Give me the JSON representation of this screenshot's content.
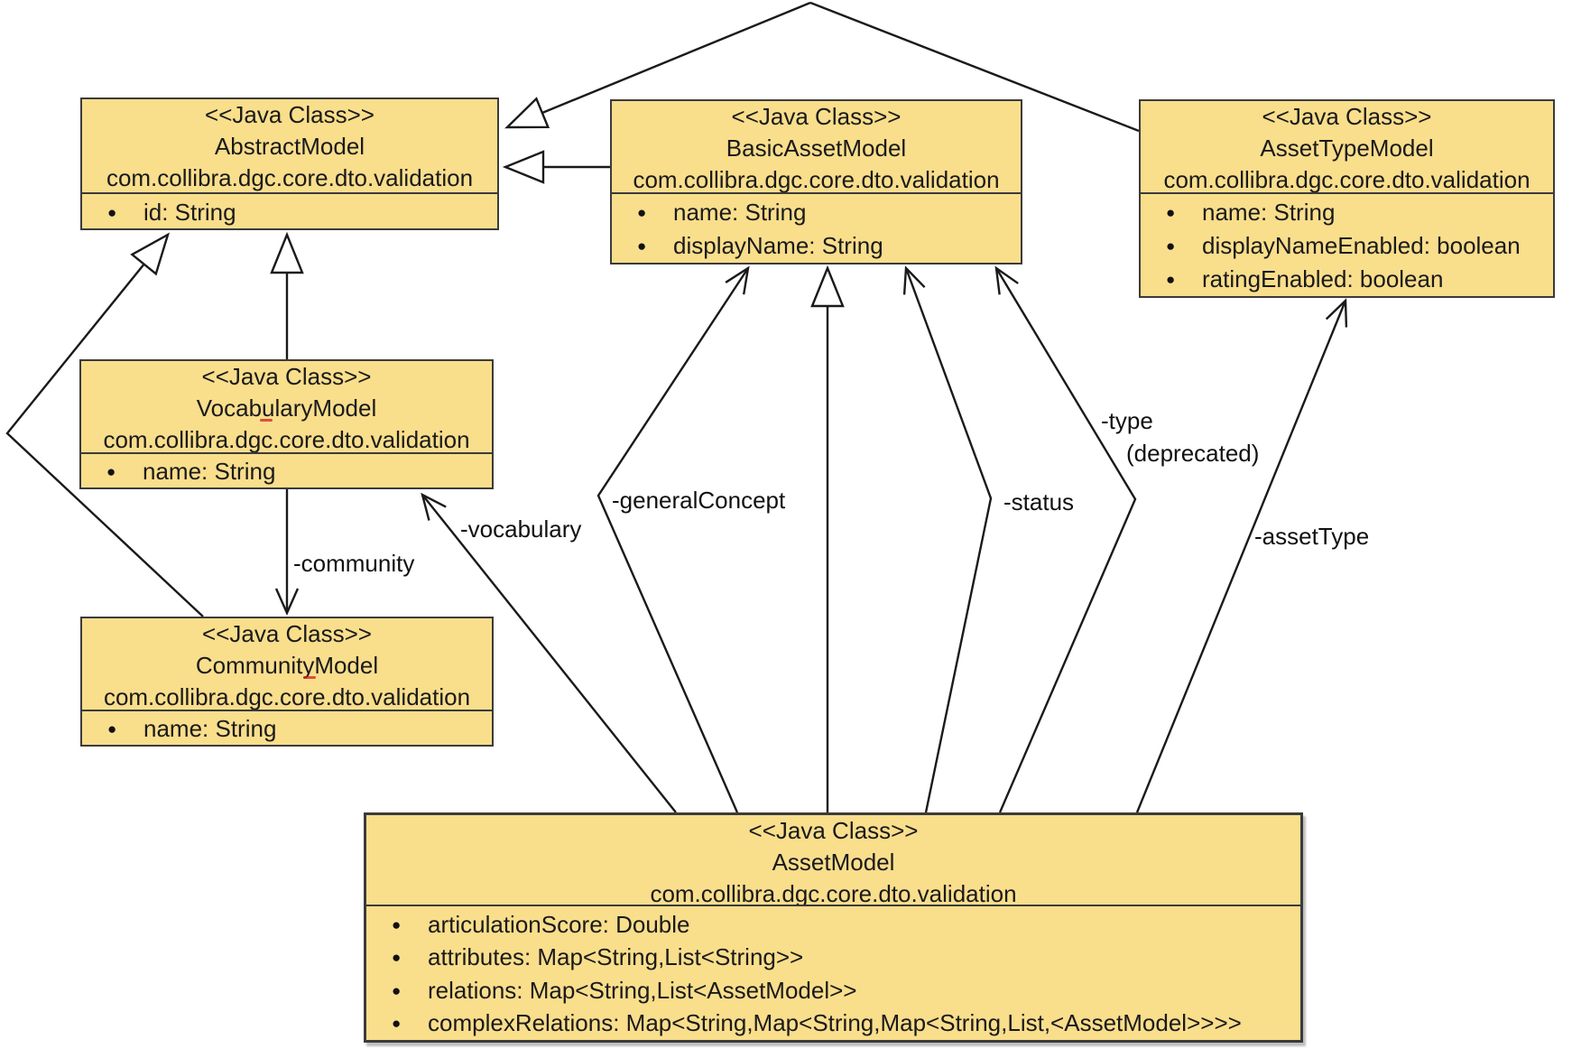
{
  "diagram": {
    "stereotype": "<<Java Class>>",
    "package": "com.collibra.dgc.core.dto.validation",
    "icons": {
      "bullet": "●"
    },
    "colors": {
      "box_fill": "#F9DE8C",
      "box_border": "#3b3b3b",
      "line": "#1a1a1a",
      "text": "#1a1a1a"
    },
    "classes": {
      "abstractModel": {
        "name": "AbstractModel",
        "attributes": [
          "id: String"
        ]
      },
      "basicAssetModel": {
        "name": "BasicAssetModel",
        "attributes": [
          "name: String",
          "displayName: String"
        ]
      },
      "assetTypeModel": {
        "name": "AssetTypeModel",
        "attributes": [
          "name: String",
          "displayNameEnabled: boolean",
          "ratingEnabled: boolean"
        ]
      },
      "vocabularyModel": {
        "name": "VocabularyModel",
        "attributes": [
          "name: String"
        ]
      },
      "communityModel": {
        "name": "CommunityModel",
        "attributes": [
          "name: String"
        ]
      },
      "assetModel": {
        "name": "AssetModel",
        "attributes": [
          "articulationScore: Double",
          "attributes: Map<String,List<String>>",
          "relations: Map<String,List<AssetModel>>",
          "complexRelations: Map<String,Map<String,Map<String,List,<AssetModel>>>>"
        ]
      }
    },
    "edge_labels": {
      "community": "-community",
      "vocabulary": "-vocabulary",
      "generalConcept": "-generalConcept",
      "status": "-status",
      "type": "-type",
      "type_note": "(deprecated)",
      "assetType": "-assetType"
    }
  }
}
